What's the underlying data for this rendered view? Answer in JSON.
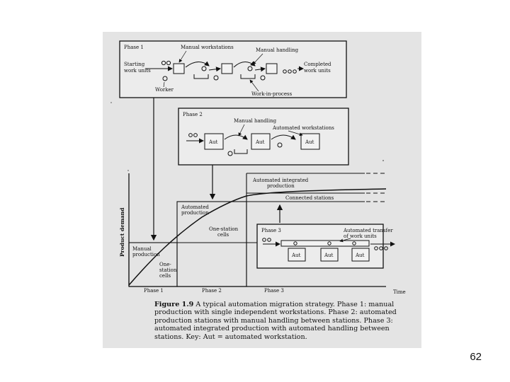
{
  "phase1": {
    "title": "Phase 1",
    "manual_workstations": "Manual workstations",
    "manual_handling": "Manual handling",
    "starting_1": "Starting",
    "starting_2": "work units",
    "completed_1": "Completed",
    "completed_2": "work units",
    "worker": "Worker",
    "wip": "Work-in-process"
  },
  "phase2": {
    "title": "Phase 2",
    "manual_handling": "Manual handling",
    "automated_workstations": "Automated workstations",
    "aut": "Aut"
  },
  "phase3": {
    "title": "Phase 3",
    "transfer_1": "Automated transfer",
    "transfer_2": "of work units",
    "aut": "Aut"
  },
  "chart": {
    "ylabel": "Product demand",
    "xlabel": "Time",
    "phase_ticks": [
      "Phase 1",
      "Phase 2",
      "Phase 3"
    ],
    "manual_production_1": "Manual",
    "manual_production_2": "production",
    "one_station_left_1": "One-",
    "one_station_left_2": "station",
    "one_station_left_3": "cells",
    "automated_production_1": "Automated",
    "automated_production_2": "production",
    "one_station_mid_1": "One-station",
    "one_station_mid_2": "cells",
    "integrated_1": "Automated integrated",
    "integrated_2": "production",
    "connected": "Connected stations"
  },
  "caption": {
    "lead": "Figure 1.9",
    "body": "A typical automation migration strategy. Phase 1: manual production with single independent workstations. Phase 2: automated production stations with manual handling between stations. Phase 3: automated integrated production with automated handling between stations. Key: Aut = automated workstation."
  },
  "slide_number": "62"
}
